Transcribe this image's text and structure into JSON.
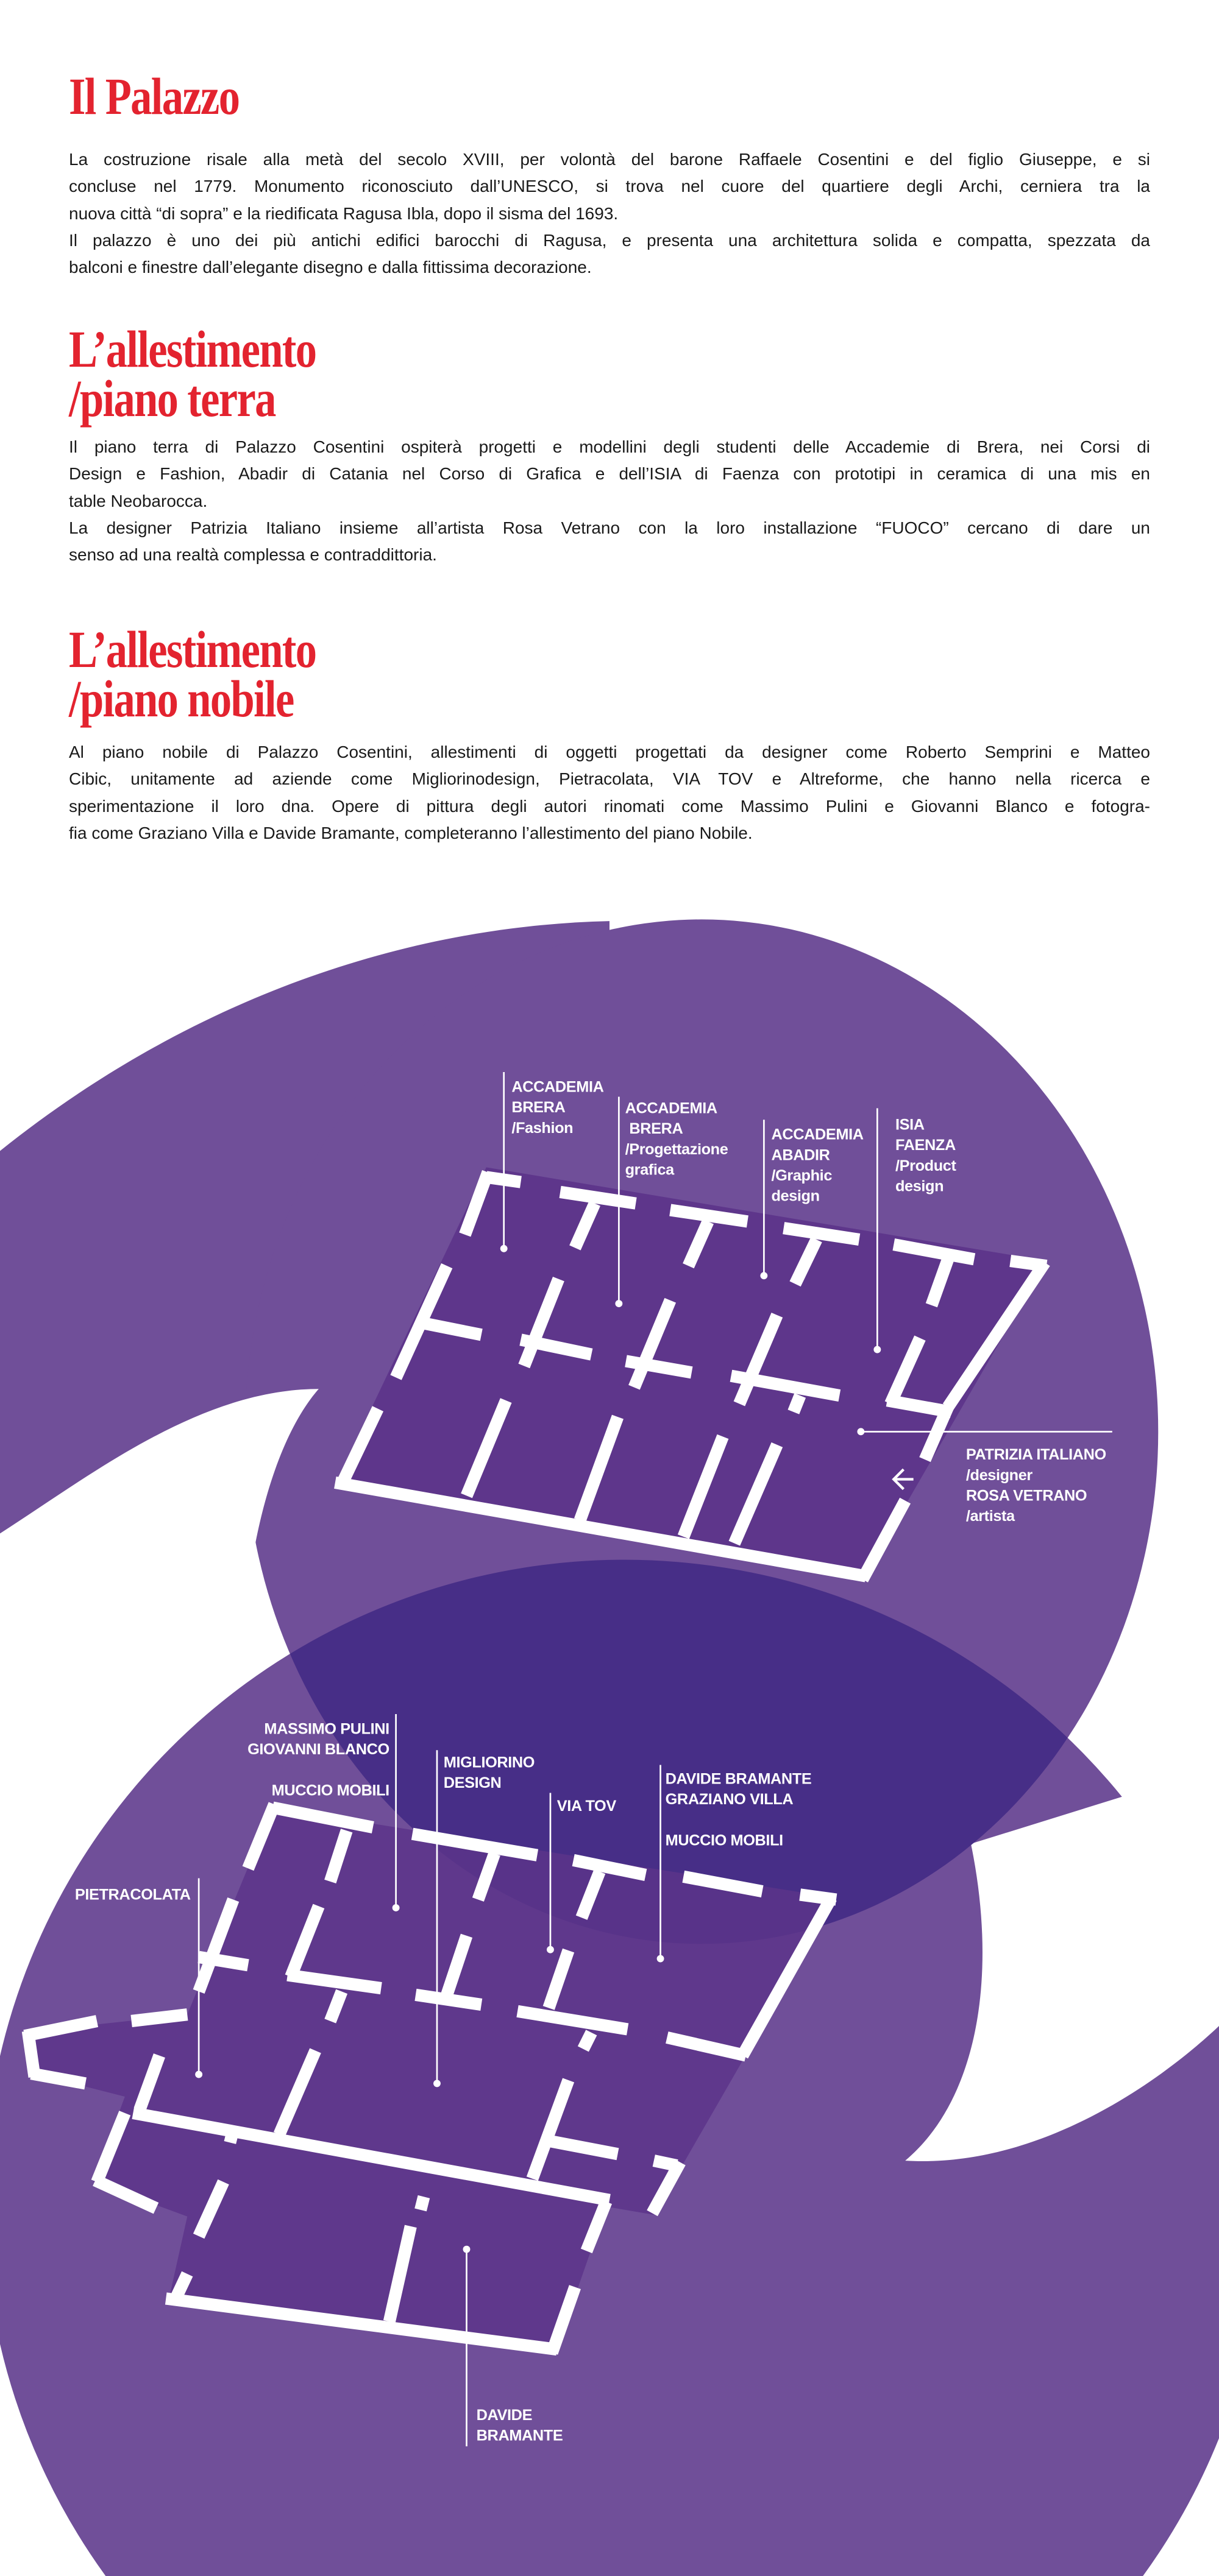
{
  "sections": [
    {
      "title_lines": [
        "Il Palazzo"
      ],
      "paragraph_lines": [
        "La costruzione risale alla metà del secolo XVIII, per volontà del barone Raffaele Cosentini e del figlio Giuseppe, e si",
        "concluse nel 1779. Monumento riconosciuto dall’UNESCO, si trova nel cuore del quartiere degli Archi, cerniera tra la",
        "nuova città “di sopra” e la riedificata Ragusa Ibla, dopo il sisma del 1693.",
        "Il palazzo è uno dei più antichi edifici barocchi di Ragusa, e presenta una architettura solida e compatta, spezzata da",
        "balconi e finestre dall’elegante disegno e dalla fittissima decorazione."
      ]
    },
    {
      "title_lines": [
        "L’allestimento",
        "/piano terra"
      ],
      "paragraph_lines": [
        "Il piano terra di Palazzo Cosentini ospiterà progetti e modellini degli studenti delle Accademie di Brera, nei Corsi di",
        "Design e Fashion, Abadir di Catania nel Corso di Grafica e dell’ISIA di Faenza con prototipi in ceramica di una mis en",
        "table Neobarocca.",
        "La designer Patrizia Italiano insieme all’artista Rosa Vetrano con la loro installazione “FUOCO” cercano di dare un",
        "senso ad una realtà complessa e contraddittoria."
      ]
    },
    {
      "title_lines": [
        "L’allestimento",
        "/piano nobile"
      ],
      "paragraph_lines": [
        "Al piano nobile di Palazzo Cosentini, allestimenti di oggetti progettati da designer come Roberto Semprini e Matteo",
        "Cibic, unitamente ad aziende come Migliorinodesign, Pietracolata, VIA TOV e Altreforme, che hanno nella ricerca e",
        "sperimentazione il loro dna. Opere di pittura degli autori rinomati come Massimo Pulini e Giovanni Blanco e fotogra-",
        "fia come Graziano Villa e Davide Bramante, completeranno l’allestimento del piano Nobile."
      ]
    }
  ],
  "map": {
    "piano_terra": {
      "brera_fashion": [
        "ACCADEMIA",
        "BRERA",
        "/Fashion"
      ],
      "brera_grafica": [
        "ACCADEMIA",
        "BRERA",
        "/Progettazione",
        "grafica"
      ],
      "abadir": [
        "ACCADEMIA",
        "ABADIR",
        "/Graphic",
        "design"
      ],
      "isia": [
        "ISIA",
        "FAENZA",
        "/Product",
        "design"
      ],
      "fuoco": [
        "PATRIZIA ITALIANO",
        "/designer",
        "ROSA VETRANO",
        "/artista"
      ]
    },
    "piano_nobile": {
      "pulini_blanco": [
        "MASSIMO PULINI",
        "GIOVANNI BLANCO",
        "MUCCIO MOBILI"
      ],
      "migliorino": [
        "MIGLIORINO",
        "DESIGN"
      ],
      "via_tov": [
        "VIA TOV"
      ],
      "bramante_villa": [
        "DAVIDE BRAMANTE",
        "GRAZIANO VILLA",
        "MUCCIO MOBILI"
      ],
      "pietracolata": [
        "PIETRACOLATA"
      ],
      "bramante": [
        "DAVIDE",
        "BRAMANTE"
      ]
    }
  },
  "colors": {
    "title_red": "#e3232f",
    "band_purple": "#704f99",
    "floor_purple": "#5c348a",
    "overlap_purple": "#472e87"
  }
}
